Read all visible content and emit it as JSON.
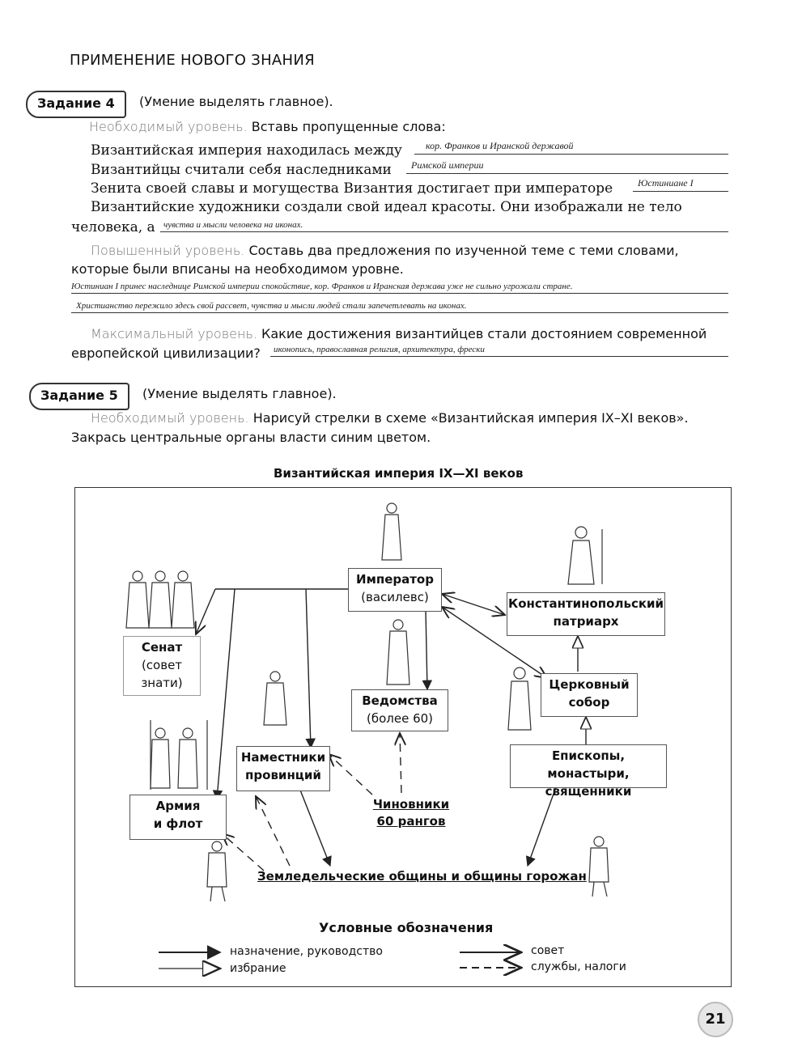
{
  "header": {
    "section_title": "ПРИМЕНЕНИЕ НОВОГО ЗНАНИЯ"
  },
  "task4": {
    "label": "Задание 4",
    "skill": "(Умение выделять главное).",
    "req_level": "Необходимый уровень.",
    "req_text": "Вставь пропущенные слова:",
    "lines": [
      {
        "text": "Византийская империя находилась между",
        "answer": "кор. Франков и Иранской державой"
      },
      {
        "text": "Византийцы считали себя наследниками",
        "answer": "Римской империи"
      },
      {
        "text": "Зенита своей славы и могущества Византия достигает при императоре",
        "answer": "Юстиниане I"
      }
    ],
    "line4_a": "Византийские художники создали свой идеал красоты. Они изображали не тело",
    "line4_b": "человека, а",
    "line4_answer": "чувства и мысли человека на иконах.",
    "adv_level": "Повышенный уровень.",
    "adv_text_a": "Составь два предложения по изученной теме с теми словами,",
    "adv_text_b": "которые были вписаны на необходимом уровне.",
    "adv_answer_1": "Юстиниан I принес наследнице Римской империи спокойствие, кор. Франков и Иранская держава уже не сильно угрожали стране.",
    "adv_answer_2": "Христианство пережило здесь свой рассвет, чувства и мысли людей стали запечетлевать на иконах.",
    "max_level": "Максимальный уровень.",
    "max_text_a": "Какие достижения византийцев стали достоянием современной",
    "max_text_b": "европейской цивилизации?",
    "max_answer": "иконопись, православная религия, архитектура, фрески"
  },
  "task5": {
    "label": "Задание 5",
    "skill": "(Умение выделять главное).",
    "req_level": "Необходимый уровень.",
    "req_text_a": "Нарисуй стрелки в схеме «Византийская империя IX–XI веков».",
    "req_text_b": "Закрась центральные органы власти синим цветом."
  },
  "diagram": {
    "title": "Византийская империя IX—XI веков",
    "emperor": [
      "Император",
      "(василевс)"
    ],
    "patriarch": [
      "Константинопольский",
      "патриарх"
    ],
    "senate": [
      "Сенат",
      "(совет",
      "знати)"
    ],
    "departments": [
      "Ведомства",
      "(более 60)"
    ],
    "council": [
      "Церковный",
      "собор"
    ],
    "governors": [
      "Наместники",
      "провинций"
    ],
    "bishops": [
      "Епископы, монастыри,",
      "священники"
    ],
    "army": [
      "Армия",
      "и флот"
    ],
    "officials": [
      "Чиновники",
      "60 рангов"
    ],
    "communities": "Земледельческие общины и общины горожан",
    "legend_title": "Условные обозначения",
    "legend": {
      "appointment": "назначение, руководство",
      "election": "избрание",
      "advice": "совет",
      "services": "службы, налоги"
    }
  },
  "page_number": "21"
}
